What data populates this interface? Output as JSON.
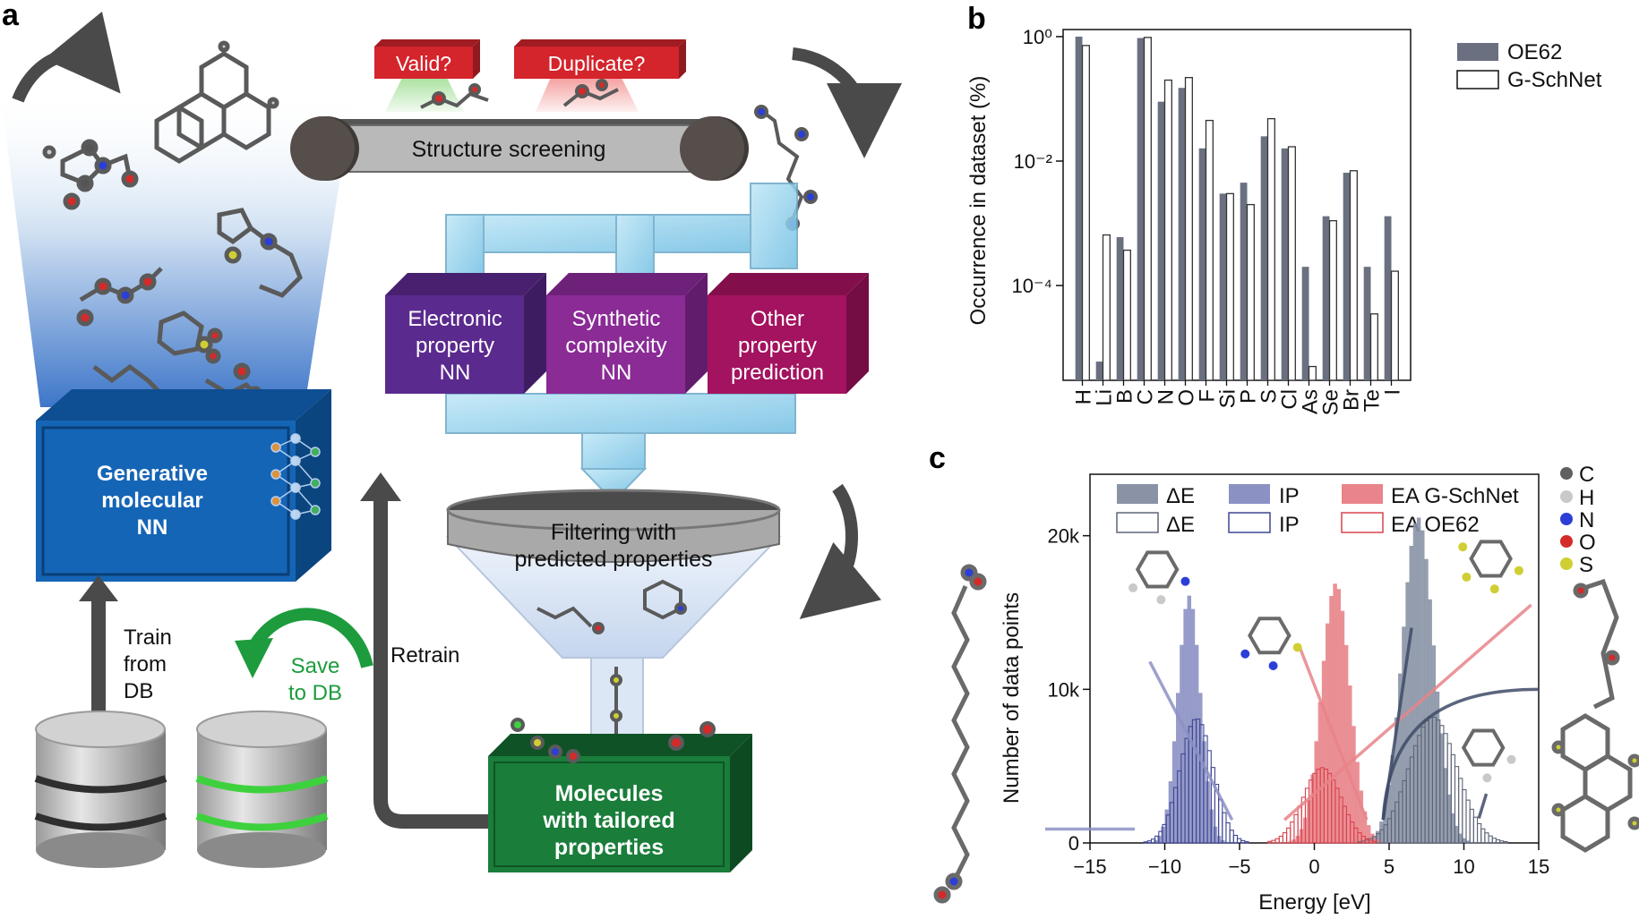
{
  "panels": {
    "a": "a",
    "b": "b",
    "c": "c"
  },
  "workflow": {
    "valid_label": "Valid?",
    "duplicate_label": "Duplicate?",
    "screening_label": "Structure screening",
    "electronic_nn": [
      "Electronic",
      "property",
      "NN"
    ],
    "synthetic_nn": [
      "Synthetic",
      "complexity",
      "NN"
    ],
    "other_prediction": [
      "Other",
      "property",
      "prediction"
    ],
    "filter_label": [
      "Filtering with",
      "predicted properties"
    ],
    "generative_nn": [
      "Generative",
      "molecular",
      "NN"
    ],
    "tailored": [
      "Molecules",
      "with tailored",
      "properties"
    ],
    "train_label": [
      "Train",
      "from",
      "DB"
    ],
    "save_label": [
      "Save",
      "to DB"
    ],
    "retrain_label": "Retrain",
    "colors": {
      "generative_box": "#1565b6",
      "electronic_box": "#5b2a8e",
      "synthetic_box": "#8a2b96",
      "other_box": "#a3135f",
      "tailored_box": "#1a7d3a",
      "screening_sign": "#d4242c",
      "save_arrow": "#1d9b3d",
      "arrow_gray": "#4a4a4a"
    }
  },
  "chart_data": [
    {
      "type": "bar",
      "ylabel": "Occurrence in dataset (%)",
      "yscale": "log",
      "y_ticks": [
        "10⁰",
        "10⁻²",
        "10⁻⁴"
      ],
      "y_tick_values": [
        1,
        0.01,
        0.0001
      ],
      "ylim": [
        3e-06,
        1.3
      ],
      "categories": [
        "H",
        "Li",
        "B",
        "C",
        "N",
        "O",
        "F",
        "Si",
        "P",
        "S",
        "Cl",
        "As",
        "Se",
        "Br",
        "Te",
        "I"
      ],
      "series": [
        {
          "name": "OE62",
          "color": "#6a7080",
          "values": [
            1.0,
            6e-06,
            0.0006,
            0.95,
            0.09,
            0.15,
            0.016,
            0.003,
            0.0045,
            0.025,
            0.016,
            0.0002,
            0.0013,
            0.0065,
            0.0002,
            0.0013
          ]
        },
        {
          "name": "G-SchNet",
          "color": "#ffffff",
          "values": [
            0.72,
            0.00065,
            0.00037,
            0.97,
            0.2,
            0.22,
            0.045,
            0.003,
            0.002,
            0.048,
            0.017,
            5e-06,
            0.0011,
            0.007,
            3.5e-05,
            0.00017
          ]
        }
      ],
      "legend_position": "top-right"
    },
    {
      "type": "histogram",
      "xlabel": "Energy [eV]",
      "ylabel": "Number of data points",
      "x_ticks": [
        -15,
        -10,
        -5,
        0,
        5,
        10,
        15
      ],
      "y_ticks": [
        "0",
        "10k",
        "20k"
      ],
      "y_tick_values": [
        0,
        10000,
        20000
      ],
      "xlim": [
        -15,
        15
      ],
      "ylim": [
        0,
        24000
      ],
      "series": [
        {
          "name": "ΔE",
          "style": "filled",
          "color": "#8a93a6",
          "center": 6.8,
          "sigma": 1.05,
          "peak": 21200
        },
        {
          "name": "ΔE",
          "style": "outline",
          "color": "#5e6578",
          "center": 7.8,
          "sigma": 1.6,
          "peak": 8200
        },
        {
          "name": "IP",
          "style": "filled",
          "color": "#8c91c4",
          "center": -8.5,
          "sigma": 0.75,
          "peak": 16100
        },
        {
          "name": "IP",
          "style": "outline",
          "color": "#3e4793",
          "center": -8.0,
          "sigma": 1.1,
          "peak": 8100
        },
        {
          "name": "EA G-SchNet",
          "style": "filled",
          "color": "#e8848a",
          "center": 1.3,
          "sigma": 0.95,
          "peak": 16900
        },
        {
          "name": "EA OE62",
          "style": "outline",
          "color": "#d9434e",
          "center": 0.4,
          "sigma": 1.25,
          "peak": 4900
        }
      ],
      "legend_position": "top-left"
    }
  ],
  "atom_legend": [
    {
      "symbol": "C",
      "color": "#606060"
    },
    {
      "symbol": "H",
      "color": "#c9c9c9"
    },
    {
      "symbol": "N",
      "color": "#2b3fd6"
    },
    {
      "symbol": "O",
      "color": "#d42a2a"
    },
    {
      "symbol": "S",
      "color": "#cfcf34"
    }
  ]
}
